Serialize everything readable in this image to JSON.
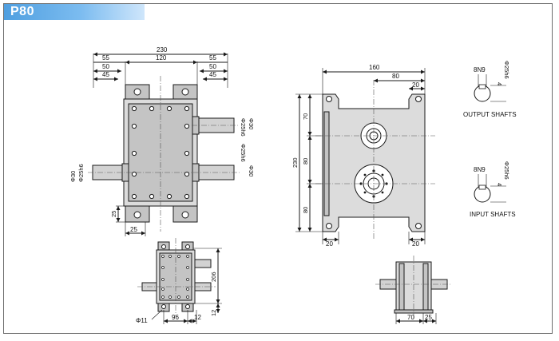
{
  "header": {
    "model": "P80"
  },
  "top_view": {
    "dims": {
      "overall": "230",
      "inner": "120",
      "left_55": "55",
      "left_50": "50",
      "left_45": "45",
      "right_55": "55",
      "right_50": "50",
      "right_45": "45",
      "shaft_right_upper_dia": "Φ25h6",
      "shaft_right_upper_len": "Φ30",
      "shaft_right_lower_dia": "Φ25h6",
      "shaft_right_lower_len": "Φ30",
      "shaft_left_dia": "Φ25h6",
      "shaft_left_len": "Φ30",
      "foot_height": "25",
      "foot_width": "25"
    }
  },
  "side_view": {
    "dims": {
      "width_top": "160",
      "half_width": "80",
      "flange": "20",
      "total_height": "230",
      "upper": "70",
      "middle": "80",
      "lower": "80",
      "foot_left": "20",
      "foot_right": "20"
    }
  },
  "shaft_details": {
    "output": {
      "key": "8N9",
      "dia": "Φ25h6",
      "depth": "4",
      "label": "OUTPUT SHAFTS"
    },
    "input": {
      "key": "8N9",
      "dia": "Φ25h6",
      "depth": "4",
      "label": "INPUT  SHAFTS"
    }
  },
  "small_plan": {
    "dims": {
      "height": "206",
      "margin": "12",
      "width": "96",
      "edge": "12",
      "hole": "Φ11"
    }
  },
  "small_front": {
    "dims": {
      "a": "70",
      "b": "25"
    }
  }
}
